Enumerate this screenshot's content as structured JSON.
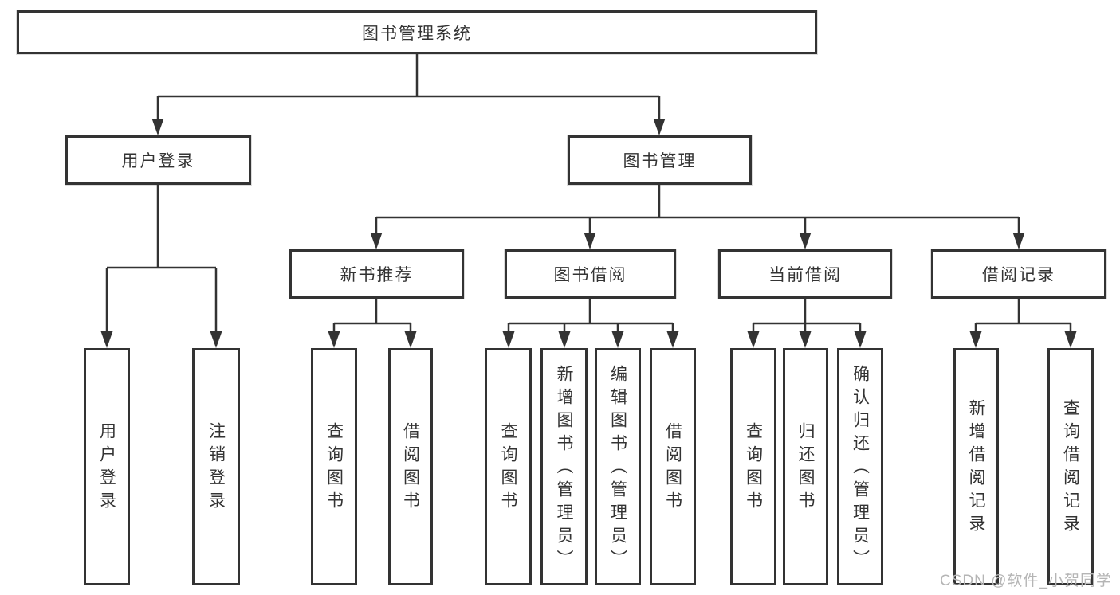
{
  "title": "图书管理系统",
  "nodes": {
    "root": "图书管理系统",
    "level2": {
      "user_login": "用户登录",
      "book_management": "图书管理"
    },
    "level3": {
      "new_book_recommend": "新书推荐",
      "book_borrow": "图书借阅",
      "current_borrow": "当前借阅",
      "borrow_records": "借阅记录"
    },
    "leaves": {
      "user_login": "用户登录",
      "logout": "注销登录",
      "query_book_1": "查询图书",
      "borrow_book_1": "借阅图书",
      "query_book_2": "查询图书",
      "add_book_admin": "新增图书（管理员）",
      "edit_book_admin": "编辑图书（管理员）",
      "borrow_book_2": "借阅图书",
      "query_book_3": "查询图书",
      "return_book": "归还图书",
      "confirm_return_admin": "确认归还（管理员）",
      "add_borrow_record": "新增借阅记录",
      "query_borrow_record": "查询借阅记录"
    }
  },
  "watermark": "CSDN @软件_小贺同学",
  "colors": {
    "line": "#333333",
    "box_border": "#333333",
    "text": "#333333",
    "background": "#ffffff",
    "watermark": "#b5b5b5"
  }
}
